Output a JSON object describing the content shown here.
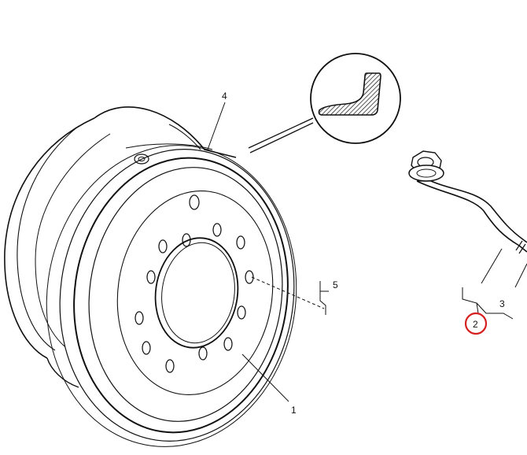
{
  "diagram": {
    "callouts": [
      {
        "id": "1",
        "label": "1"
      },
      {
        "id": "2",
        "label": "2",
        "highlighted": true
      },
      {
        "id": "3",
        "label": "3"
      },
      {
        "id": "4",
        "label": "4"
      },
      {
        "id": "5",
        "label": "5"
      }
    ],
    "colors": {
      "ink": "#111111",
      "highlight": "#d62020",
      "background": "#ffffff"
    }
  }
}
